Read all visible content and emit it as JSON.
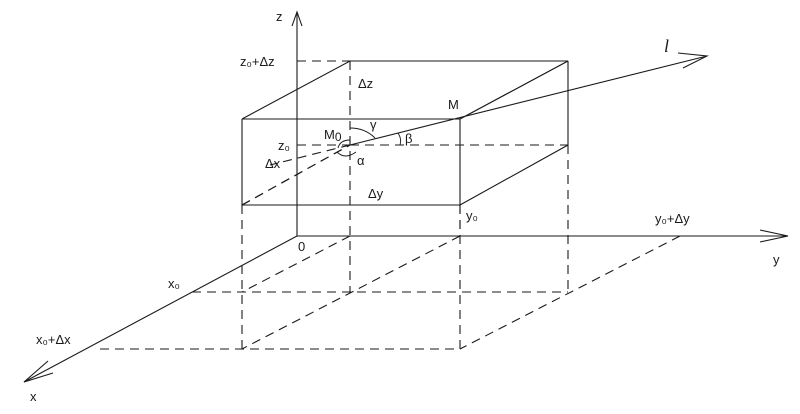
{
  "labels": {
    "axis_z": "z",
    "axis_y": "y",
    "axis_x": "x",
    "origin": "0",
    "z0_dz": "z₀+Δz",
    "z0": "z₀",
    "dz": "Δz",
    "dx": "Δx",
    "dy": "Δy",
    "y0": "y₀",
    "y0_dy": "y₀+Δy",
    "x0": "x₀",
    "x0_dx": "x₀+Δx",
    "point_m": "M",
    "point_m0": "M",
    "point_m0_sub": "0",
    "line_l": "l",
    "gamma": "γ",
    "beta": "β",
    "alpha": "α"
  }
}
